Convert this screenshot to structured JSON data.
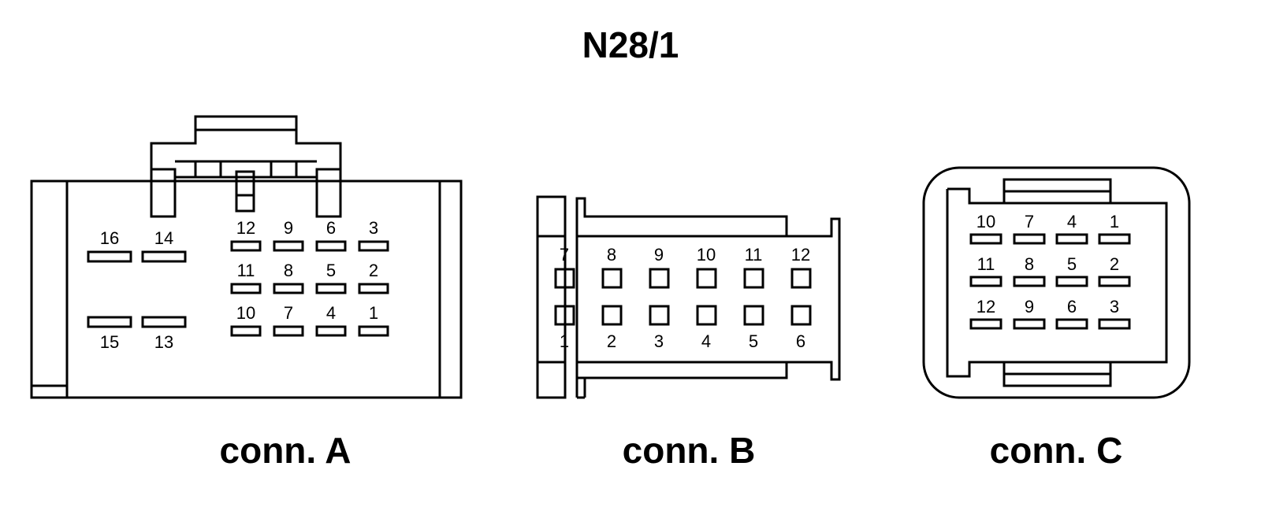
{
  "title": "N28/1",
  "connectors": [
    {
      "label": "conn. A",
      "pins": [
        "16",
        "14",
        "15",
        "13",
        "12",
        "9",
        "6",
        "3",
        "11",
        "8",
        "5",
        "2",
        "10",
        "7",
        "4",
        "1"
      ]
    },
    {
      "label": "conn. B",
      "pins": [
        "7",
        "8",
        "9",
        "10",
        "11",
        "12",
        "1",
        "2",
        "3",
        "4",
        "5",
        "6"
      ]
    },
    {
      "label": "conn. C",
      "pins": [
        "10",
        "7",
        "4",
        "1",
        "11",
        "8",
        "5",
        "2",
        "12",
        "9",
        "6",
        "3"
      ]
    }
  ]
}
